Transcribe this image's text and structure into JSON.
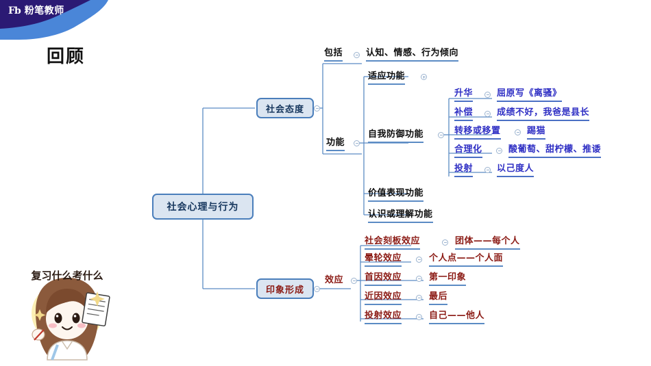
{
  "brand": {
    "mark": "Fb",
    "name": "粉笔教师",
    "banner_dark": "#2b1a74",
    "banner_light": "#4a86d8"
  },
  "slide": {
    "title": "回顾"
  },
  "sticker": {
    "caption": "复习什么考什么",
    "alt": "cartoon-girl-holding-paper"
  },
  "colors": {
    "node_fill": "#dbe5f1",
    "node_border": "#4a7ebb",
    "node_text": "#17375e",
    "black_text": "#0d0d0d",
    "blue_text": "#2f2fc4",
    "red_text": "#8b1a14",
    "connector": "#5b8bc4"
  },
  "mindmap": {
    "root": "社会心理与行为",
    "branches": [
      {
        "label": "社会态度",
        "children": [
          {
            "label": "包括",
            "style": "black",
            "value": "认知、情感、行为倾向"
          },
          {
            "label": "功能",
            "style": "black",
            "items": [
              {
                "label": "适应功能",
                "style": "black",
                "collapsed": true
              },
              {
                "label": "自我防御功能",
                "style": "black",
                "items": [
                  {
                    "label": "升华",
                    "style": "blue",
                    "value": "屈原写《离骚》"
                  },
                  {
                    "label": "补偿",
                    "style": "blue",
                    "value": "成绩不好，我爸是县长"
                  },
                  {
                    "label": "转移或移置",
                    "style": "blue",
                    "value": "踢猫"
                  },
                  {
                    "label": "合理化",
                    "style": "blue",
                    "value": "酸葡萄、甜柠檬、推诿"
                  },
                  {
                    "label": "投射",
                    "style": "blue",
                    "value": "以己度人"
                  }
                ]
              },
              {
                "label": "价值表现功能",
                "style": "black"
              },
              {
                "label": "认识或理解功能",
                "style": "black"
              }
            ]
          }
        ]
      },
      {
        "label": "印象形成",
        "children": [
          {
            "label": "效应",
            "style": "red",
            "items": [
              {
                "label": "社会刻板效应",
                "style": "red",
                "value": "团体——每个人"
              },
              {
                "label": "晕轮效应",
                "style": "red",
                "value": "个人点——个人面"
              },
              {
                "label": "首因效应",
                "style": "red",
                "value": "第一印象"
              },
              {
                "label": "近因效应",
                "style": "red",
                "value": "最后"
              },
              {
                "label": "投射效应",
                "style": "red",
                "value": "自己——他人"
              }
            ]
          }
        ]
      }
    ]
  }
}
